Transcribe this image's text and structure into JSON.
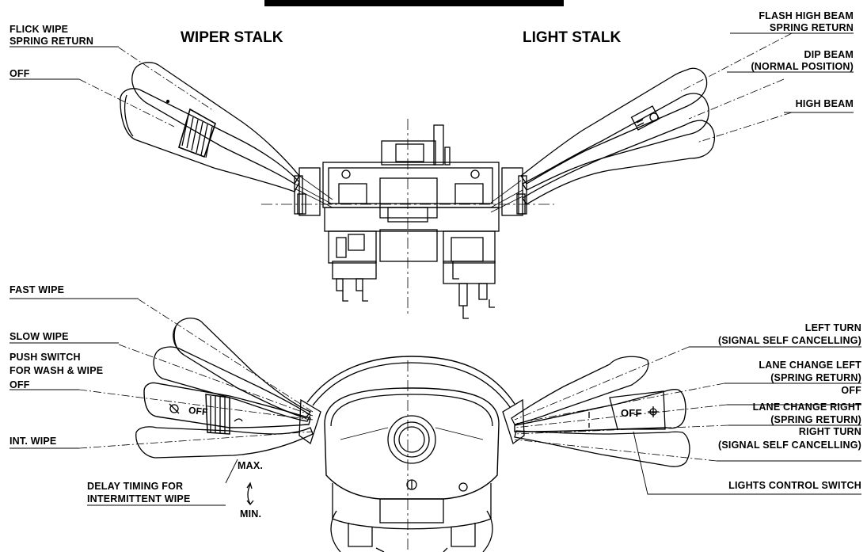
{
  "headings": {
    "wiper_stalk": "WIPER STALK",
    "light_stalk": "LIGHT STALK"
  },
  "wiper_labels": {
    "flick_wipe_1": "FLICK WIPE",
    "flick_wipe_2": "SPRING RETURN",
    "off_top": "OFF",
    "fast_wipe": "FAST WIPE",
    "slow_wipe": "SLOW WIPE",
    "push_switch_1": "PUSH SWITCH",
    "push_switch_2": "FOR WASH & WIPE",
    "off_bottom": "OFF",
    "int_wipe": "INT. WIPE",
    "delay_1": "DELAY TIMING FOR",
    "delay_2": "INTERMITTENT WIPE",
    "max": "MAX.",
    "min": "MIN."
  },
  "light_labels": {
    "flash_1": "FLASH HIGH BEAM",
    "flash_2": "SPRING RETURN",
    "dip_1": "DIP BEAM",
    "dip_2": "(NORMAL POSITION)",
    "high_beam": "HIGH BEAM",
    "left_turn_1": "LEFT  TURN",
    "left_turn_2": "(SIGNAL SELF CANCELLING)",
    "lane_left_1": "LANE CHANGE LEFT",
    "lane_left_2": "(SPRING RETURN)",
    "off": "OFF",
    "lane_right_1": "LANE CHANGE RIGHT",
    "lane_right_2": "(SPRING RETURN)",
    "right_turn_1": "RIGHT TURN",
    "right_turn_2": "(SIGNAL SELF CANCELLING)",
    "lights_control": "LIGHTS CONTROL SWITCH"
  },
  "stalk_markings": {
    "wiper_off": "OFF",
    "light_off": "OFF"
  }
}
